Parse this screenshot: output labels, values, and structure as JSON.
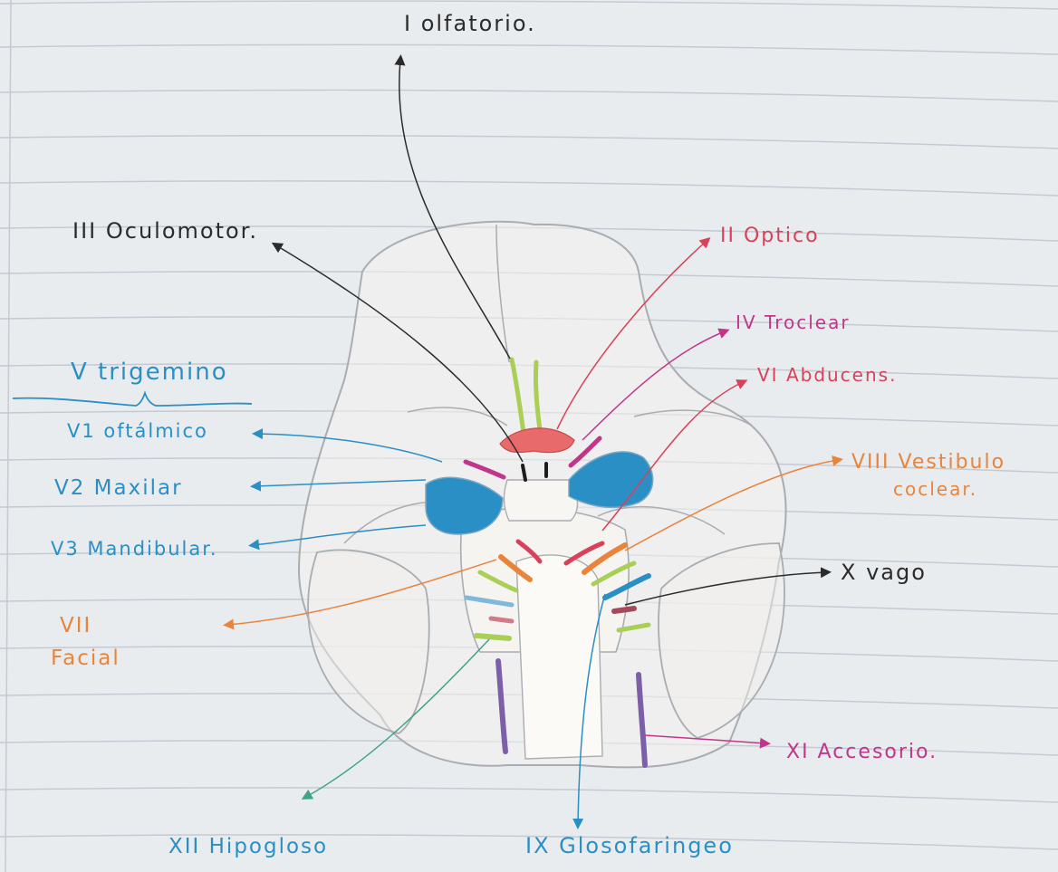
{
  "labels": {
    "olfactory": "I olfatorio.",
    "optic": "II Optico",
    "oculomotor": "III Oculomotor.",
    "trochlear": "IV Troclear",
    "trigeminal": "V trigemino",
    "ophthalmic": "V1 oftálmico",
    "maxillary": "V2 Maxilar",
    "mandibular": "V3 Mandibular.",
    "abducens": "VI Abducens.",
    "facial_1": "VII",
    "facial_2": "Facial",
    "vestibulocochlear_1": "VIII Vestibulo",
    "vestibulocochlear_2": "coclear.",
    "glossopharyngeal": "IX Glosofaringeo",
    "vagus": "X vago",
    "accessory": "XI Accesorio.",
    "hypoglossal": "XII Hipogloso"
  },
  "colors": {
    "paper": "#e9ecef",
    "rule_line": "#c3cad3",
    "black": "#2b2b2b",
    "red": "#d9415a",
    "magenta": "#c2368a",
    "blue": "#2a8fc4",
    "orange": "#e8843c",
    "green": "#3fa386",
    "lime": "#a9cf57",
    "purple": "#7d5fa8",
    "pencil": "#a9acb1"
  }
}
